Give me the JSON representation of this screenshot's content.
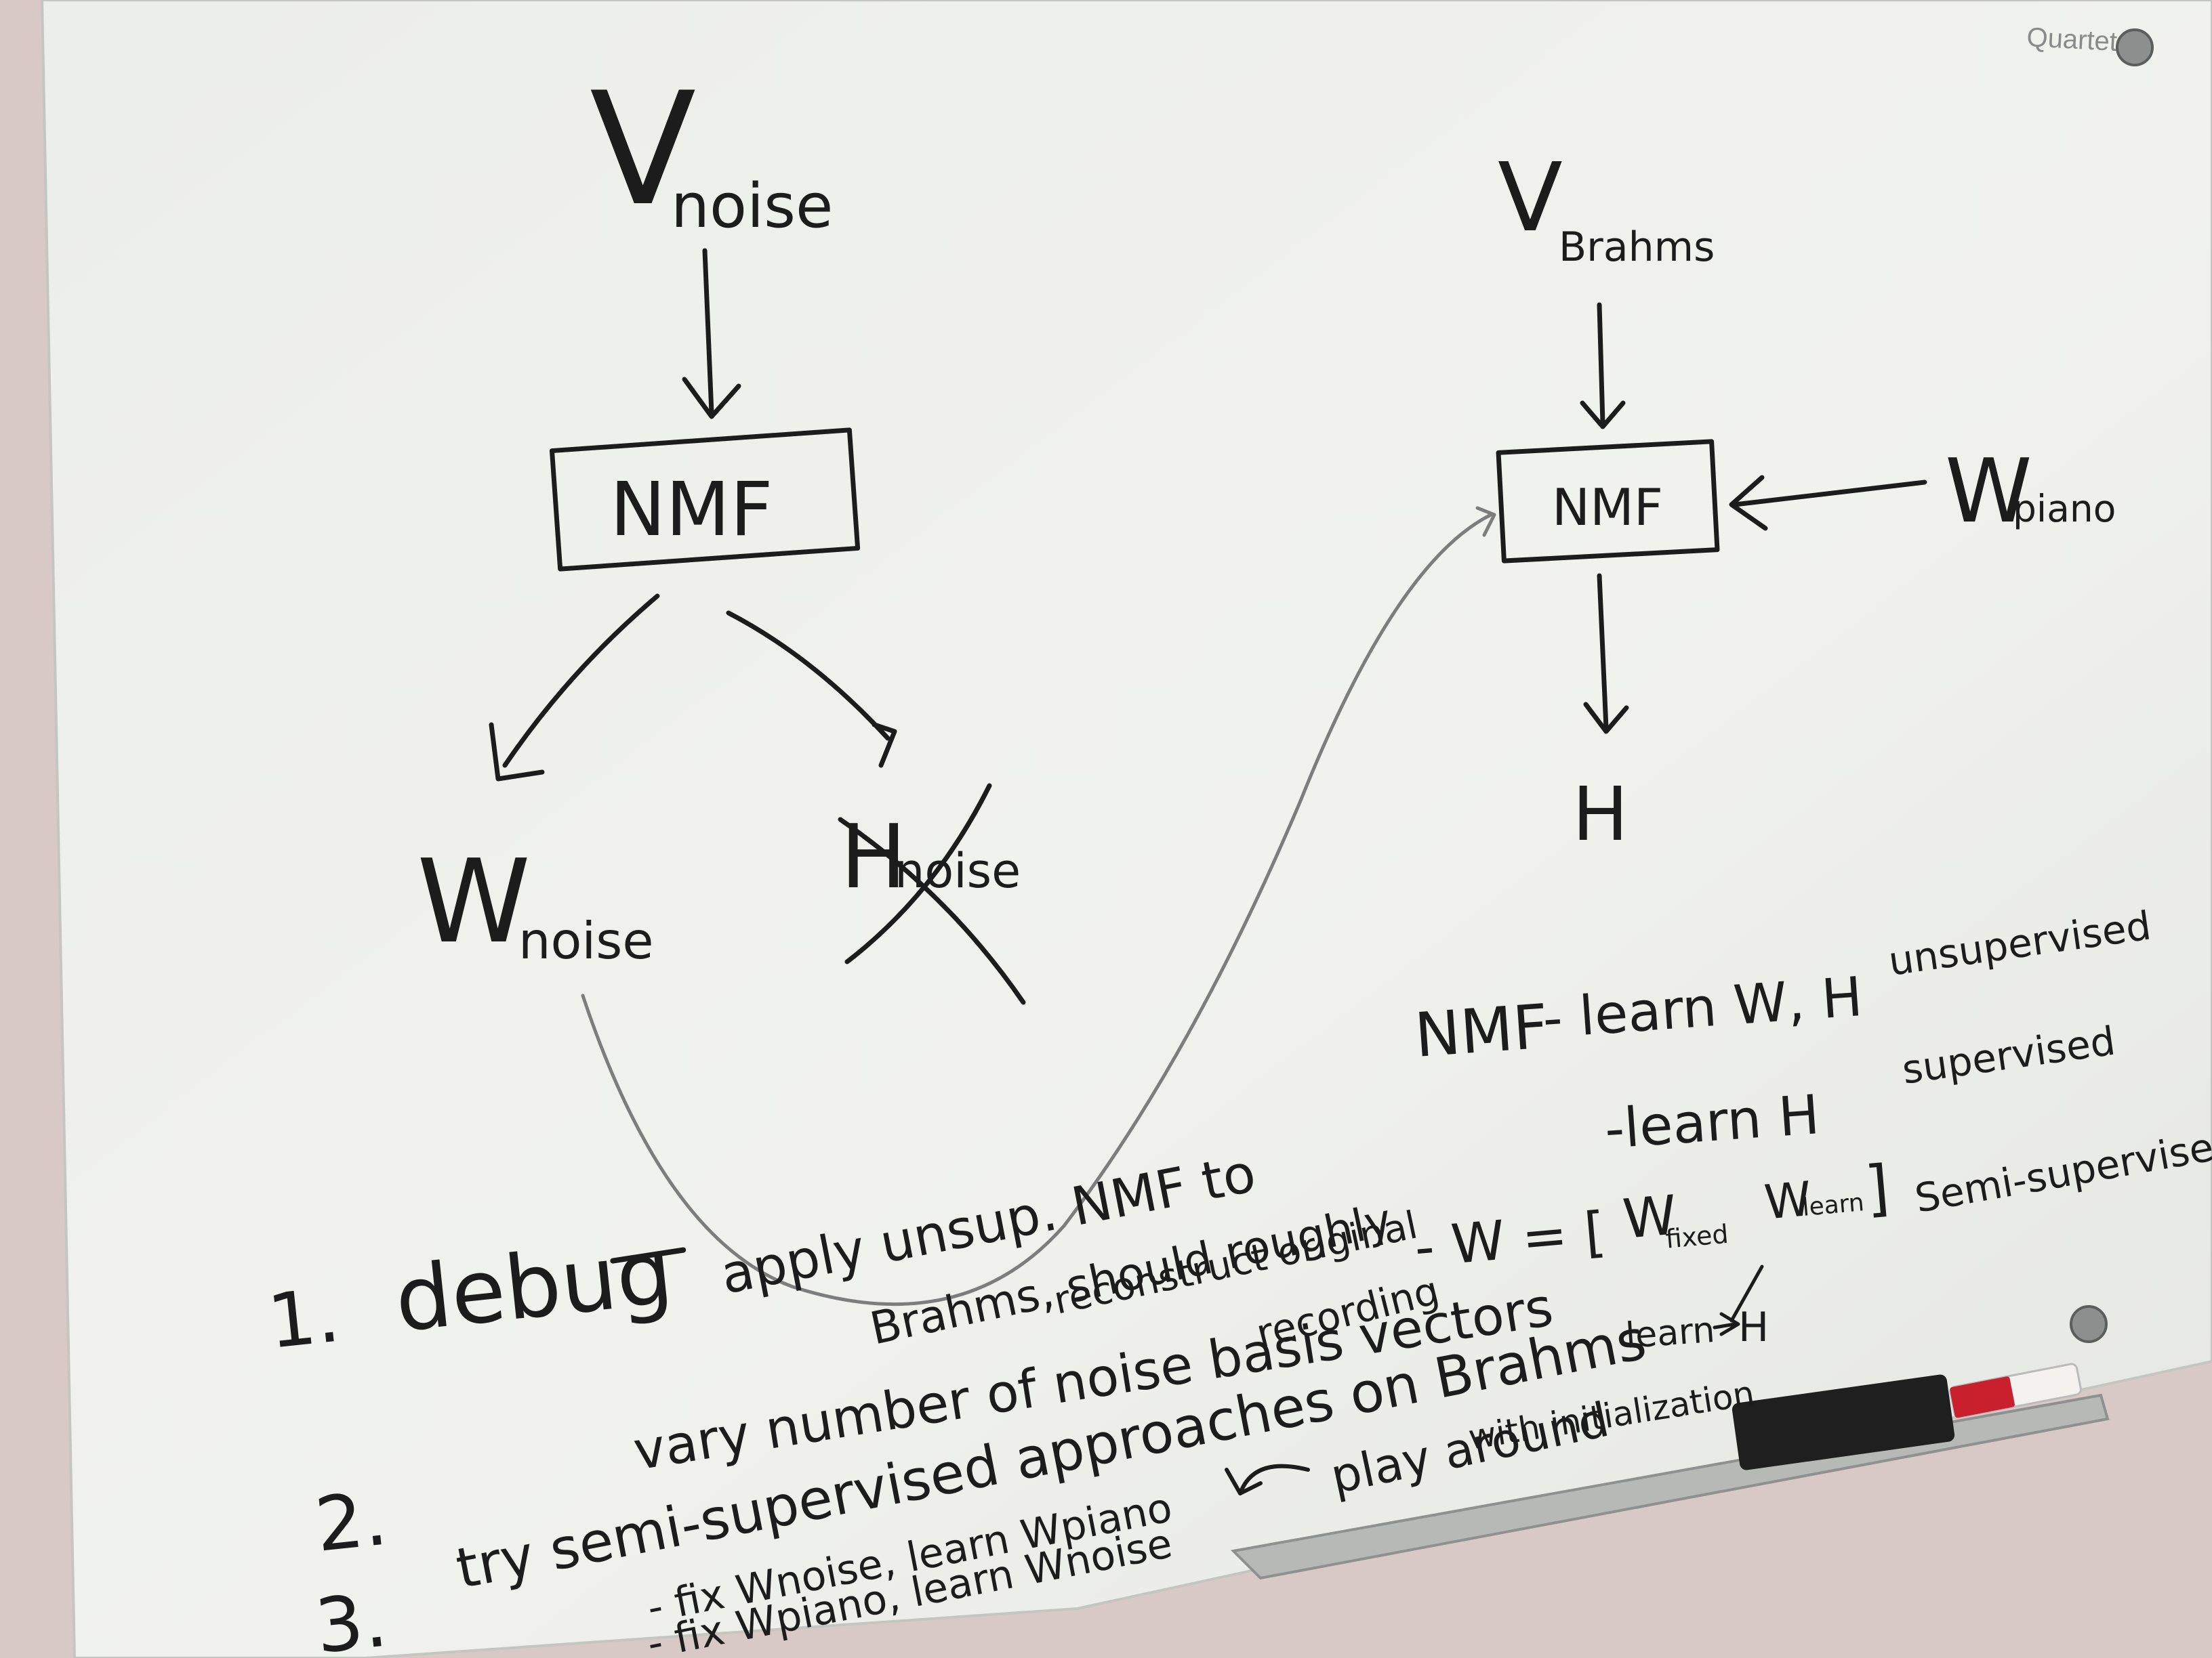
{
  "board": {
    "brand": "Quartet",
    "colors": {
      "wall": "#d9c9c6",
      "board_surface": "#eef0ec",
      "ink": "#1c1c1c",
      "faded_ink": "#7d7d7d",
      "marker_red": "#c8202c",
      "eraser": "#1f1f1f"
    },
    "left_diagram": {
      "input_base": "V",
      "input_sub": "noise",
      "box_label": "NMF",
      "output_w_base": "W",
      "output_w_sub": "noise",
      "output_h_base": "H",
      "output_h_sub": "noise",
      "h_crossed_out": true
    },
    "right_diagram": {
      "input_base": "V",
      "input_sub": "Brahms",
      "box_label": "NMF",
      "side_input_base": "W",
      "side_input_sub": "piano",
      "output": "H"
    },
    "definitions": [
      {
        "lhs": "NMF",
        "text": "- learn W, H",
        "category": "unsupervised"
      },
      {
        "lhs": "",
        "text": "-learn H",
        "category": "supervised"
      },
      {
        "lhs": "",
        "text": "- W = [",
        "category": "Semi-supervised"
      }
    ],
    "matrix_parts": {
      "fixed_base": "W",
      "fixed_sub": "fixed",
      "learn_base": "W",
      "learn_sub": "learn",
      "close": "]"
    },
    "learn_arrow": {
      "text": "learn",
      "target": "H"
    },
    "todo": [
      {
        "num": "1.",
        "text": "debug"
      },
      {
        "num": "2.",
        "text": "vary number of noise basis vectors"
      },
      {
        "num": "3.",
        "text": "try semi-supervised approaches on Brahms"
      }
    ],
    "notes": {
      "apply": "apply unsup. NMF to",
      "brahms": "Brahms, should roughly",
      "reconstruct": "reconstruct original",
      "recording": "recording",
      "play": "play around",
      "with_init": "with initialization",
      "sub1": "- fix Wnoise, learn Wpiano",
      "sub2": "- fix Wpiano, learn Wnoise"
    }
  }
}
